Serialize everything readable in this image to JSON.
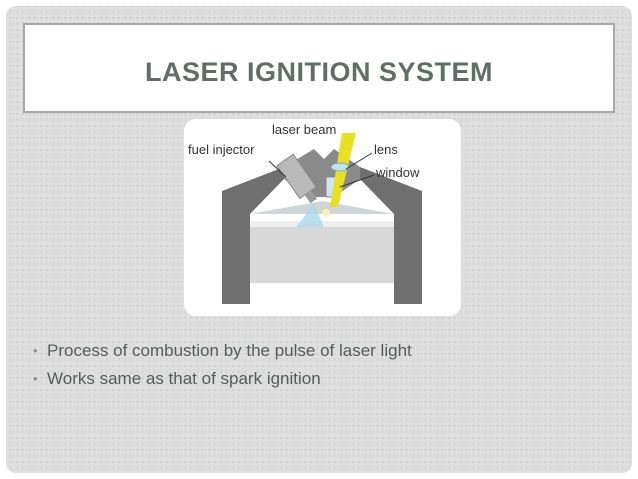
{
  "slide": {
    "title": "LASER IGNITION SYSTEM",
    "figure": {
      "labels": {
        "laser_beam": "laser beam",
        "fuel_injector": "fuel injector",
        "lens": "lens",
        "window": "window"
      }
    },
    "bullets": [
      "Process of combustion by the pulse of laser light",
      "Works same as that of spark ignition"
    ]
  },
  "colors": {
    "title": "#5f6f64",
    "background": "#dcdcdc",
    "laser": "#e8e021"
  }
}
